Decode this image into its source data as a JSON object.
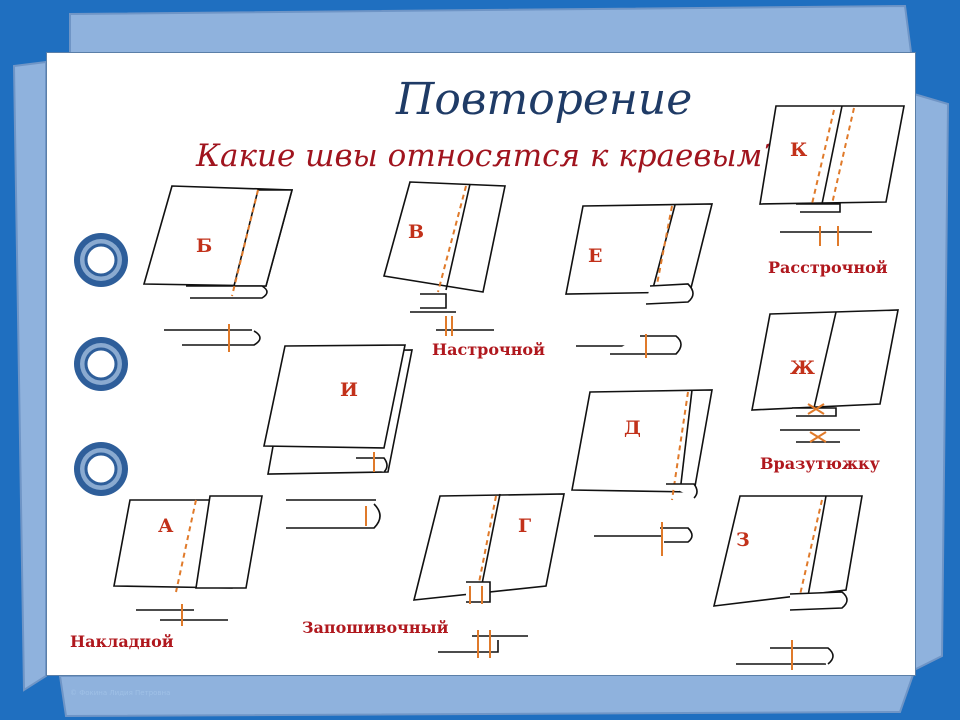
{
  "slide": {
    "title": "Повторение",
    "subtitle": "Какие швы относятся к краевым?",
    "copyright": "© Фокина Лидия Петровна"
  },
  "figures": [
    {
      "id": "b",
      "letter": "Б"
    },
    {
      "id": "v",
      "letter": "В"
    },
    {
      "id": "e",
      "letter": "Е"
    },
    {
      "id": "k",
      "letter": "К"
    },
    {
      "id": "i",
      "letter": "И"
    },
    {
      "id": "d",
      "letter": "Д"
    },
    {
      "id": "zh",
      "letter": "Ж"
    },
    {
      "id": "a",
      "letter": "А"
    },
    {
      "id": "g",
      "letter": "Г"
    },
    {
      "id": "z",
      "letter": "З"
    }
  ],
  "captions": {
    "nastrochnoy": "Настрочной",
    "rasstrochnoy": "Расстрочной",
    "vrazutyuzhku": "Вразутюжку",
    "nakladnoy": "Накладной",
    "zaposhivochny": "Запошивочный"
  },
  "colors": {
    "background": "#1f6fc0",
    "title": "#1f3b66",
    "subtitle": "#a0141e",
    "letter": "#c2311a",
    "stitch": "#e07a2a"
  },
  "icons": [
    "ring-button-icon",
    "ring-button-icon",
    "ring-button-icon"
  ]
}
